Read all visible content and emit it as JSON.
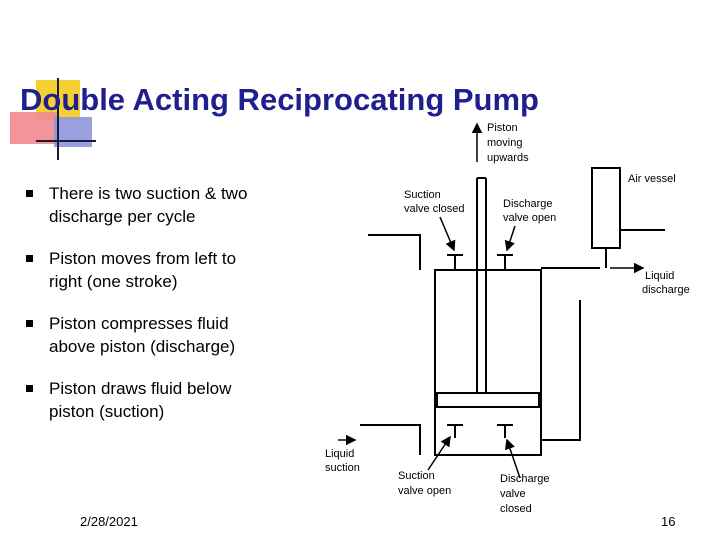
{
  "slide": {
    "title": "Double Acting Reciprocating Pump",
    "bullets": [
      {
        "line1": "There is two suction & two",
        "line2": "discharge per cycle"
      },
      {
        "line1": "Piston moves from left to",
        "line2": "right (one stroke)"
      },
      {
        "line1": "Piston compresses fluid",
        "line2": "above piston (discharge)"
      },
      {
        "line1": "Piston draws fluid below",
        "line2": "piston (suction)"
      }
    ],
    "footer": {
      "date": "2/28/2021",
      "page": "16"
    },
    "colors": {
      "title": "#1f1f8f",
      "accent_yellow": "#f5d033",
      "accent_red": "#e8606a",
      "accent_blue": "#7a86d8"
    }
  },
  "diagram": {
    "piston_label": [
      "Piston",
      "moving",
      "upwards"
    ],
    "suction_top": [
      "Suction",
      "valve closed"
    ],
    "discharge_top": [
      "Discharge",
      "valve open"
    ],
    "air_vessel": "Air vessel",
    "liquid_discharge": [
      "Liquid",
      "discharge"
    ],
    "liquid_suction": [
      "Liquid",
      "suction"
    ],
    "suction_bottom": [
      "Suction",
      "valve open"
    ],
    "discharge_bottom": [
      "Discharge",
      "valve",
      "closed"
    ]
  }
}
